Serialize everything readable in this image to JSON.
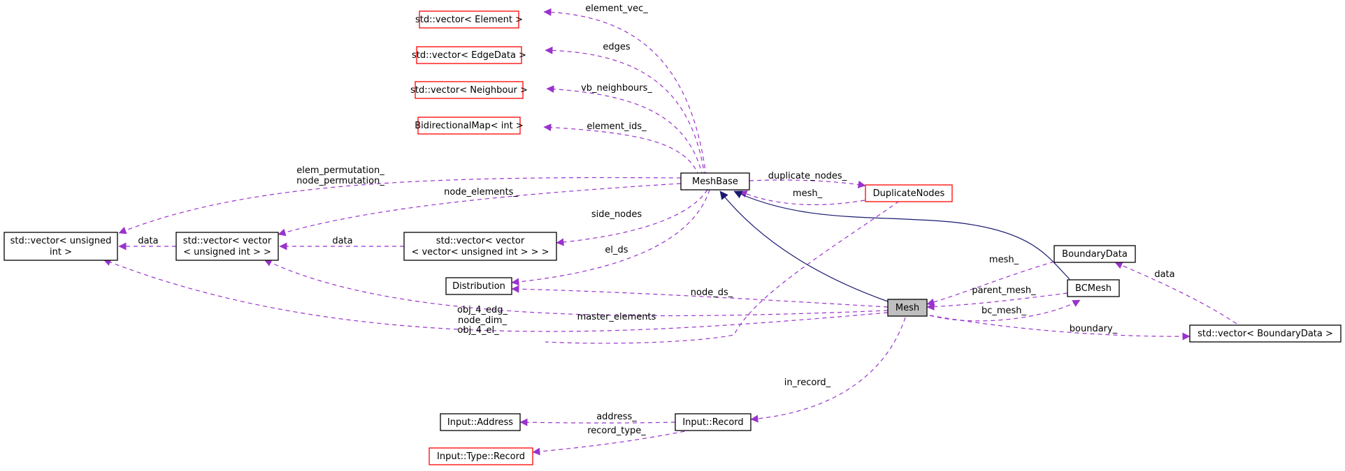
{
  "nodes": {
    "vec_element": "std::vector< Element >",
    "vec_edgedata": "std::vector< EdgeData >",
    "vec_neighbour": "std::vector< Neighbour >",
    "bidimap": "BidirectionalMap< int >",
    "meshbase": "MeshBase",
    "duplicate": "DuplicateNodes",
    "vec_uint_1": "std::vector< unsigned",
    "vec_uint_2": "int >",
    "vec_vec_1": "std::vector< vector",
    "vec_vec_2": "< unsigned int > >",
    "vec_vec_vec_1": "std::vector< vector",
    "vec_vec_vec_2": "< vector< unsigned int > > >",
    "distribution": "Distribution",
    "boundarydata": "BoundaryData",
    "bcmesh": "BCMesh",
    "mesh": "Mesh",
    "vec_boundary": "std::vector< BoundaryData >",
    "input_address": "Input::Address",
    "input_record": "Input::Record",
    "input_type_record": "Input::Type::Record"
  },
  "edge_labels": {
    "element_vec": "element_vec_",
    "edges": "edges",
    "vb_neighbours": "vb_neighbours_",
    "element_ids": "element_ids_",
    "elem_permutation": "elem_permutation_",
    "node_permutation": "node_permutation_",
    "duplicate_nodes": "duplicate_nodes_",
    "mesh_back": "mesh_",
    "node_elements": "node_elements_",
    "side_nodes": "side_nodes",
    "data_1": "data",
    "data_2": "data",
    "el_ds": "el_ds",
    "mesh_bd": "mesh_",
    "data_bd": "data",
    "node_ds": "node_ds_",
    "parent_mesh": "parent_mesh_",
    "obj_4_edg": "obj_4_edg_",
    "node_dim": "node_dim_",
    "obj_4_el": "obj_4_el_",
    "master_elements": "master_elements",
    "bc_mesh": "bc_mesh_",
    "boundary": "boundary_",
    "in_record": "in_record_",
    "address": "address_",
    "record_type": "record_type_"
  },
  "colors": {
    "usage_edge": "#9a32cd",
    "inherit_edge": "#191970",
    "missing_node_border": "#ff0000",
    "focus_node_fill": "#bfbfbf"
  }
}
